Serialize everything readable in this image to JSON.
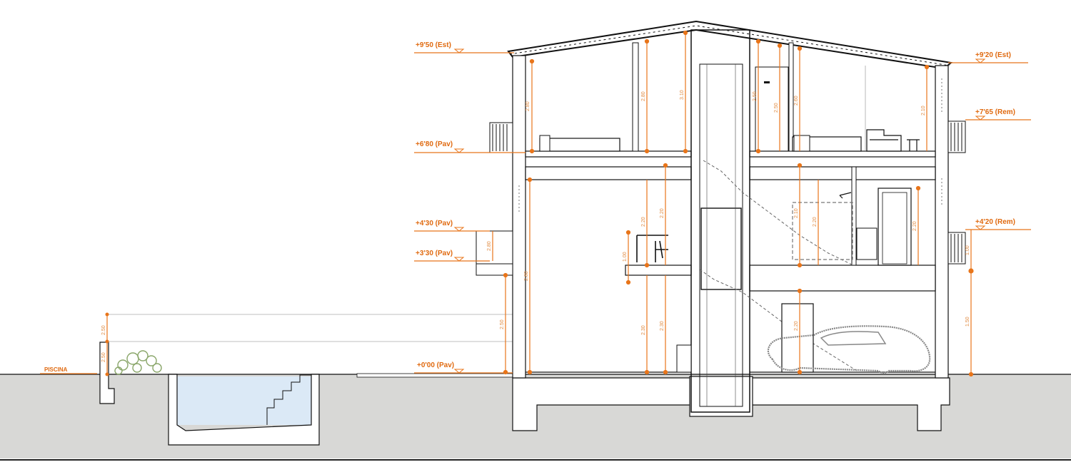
{
  "colors": {
    "accent": "#e8751a",
    "ground": "#d8d8d6",
    "water": "#dbe9f6",
    "wall": "#111111",
    "vegetation": "#8aa66a"
  },
  "levels": [
    {
      "text": "+9'50 (Est)"
    },
    {
      "text": "+6'80 (Pav)"
    },
    {
      "text": "+4'30 (Pav)"
    },
    {
      "text": "+3'30 (Pav)"
    },
    {
      "text": "+0'00 (Pav)"
    },
    {
      "text": "+9'20 (Est)"
    },
    {
      "text": "+7'65 (Rem)"
    },
    {
      "text": "+4'20 (Rem)"
    }
  ],
  "site_label": "PISCINA",
  "dimensions": [
    {
      "text": "2.80"
    },
    {
      "text": "2.80"
    },
    {
      "text": "3.10"
    },
    {
      "text": "2.50"
    },
    {
      "text": "2.50"
    },
    {
      "text": "2.60"
    },
    {
      "text": "2.10"
    },
    {
      "text": "2.20"
    },
    {
      "text": "2.20"
    },
    {
      "text": "1.00"
    },
    {
      "text": "2.80"
    },
    {
      "text": "2.30"
    },
    {
      "text": "2.30"
    },
    {
      "text": "2.10"
    },
    {
      "text": "2.20"
    },
    {
      "text": "2.20"
    },
    {
      "text": "2.20"
    },
    {
      "text": "2.50"
    },
    {
      "text": "1.00"
    },
    {
      "text": "1.50"
    },
    {
      "text": "2.80"
    },
    {
      "text": "2.50"
    },
    {
      "text": "2.50"
    }
  ]
}
